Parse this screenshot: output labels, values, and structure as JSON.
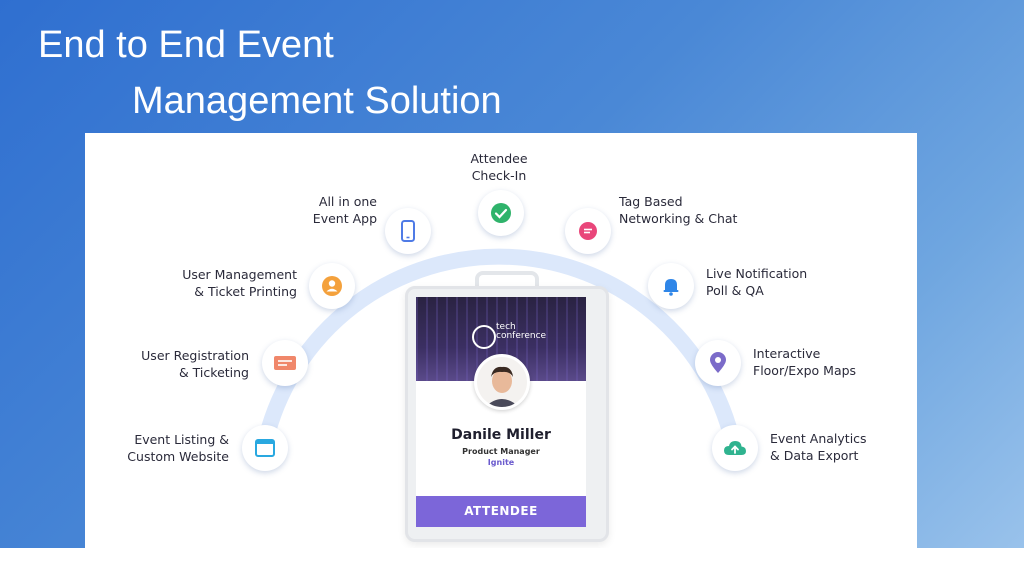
{
  "title": {
    "line1": "End to End Event",
    "line2": "Management Solution"
  },
  "features": {
    "check_in": {
      "line1": "Attendee",
      "line2": "Check-In",
      "icon": "check-circle-icon",
      "color": "#2fb36b"
    },
    "event_app": {
      "line1": "All in one",
      "line2": "Event App",
      "icon": "mobile-phone-icon",
      "color": "#4f7be6"
    },
    "networking": {
      "line1": "Tag Based",
      "line2": "Networking & Chat",
      "icon": "chat-bubble-icon",
      "color": "#e9467a"
    },
    "user_mgmt": {
      "line1": "User Management",
      "line2": "& Ticket Printing",
      "icon": "user-icon",
      "color": "#f4a13c"
    },
    "notification": {
      "line1": "Live Notification",
      "line2": "Poll & QA",
      "icon": "bell-icon",
      "color": "#2f86e8"
    },
    "registration": {
      "line1": "User Registration",
      "line2": "& Ticketing",
      "icon": "ticket-icon",
      "color": "#f0876a"
    },
    "maps": {
      "line1": "Interactive",
      "line2": "Floor/Expo Maps",
      "icon": "map-pin-icon",
      "color": "#7b6bc9"
    },
    "listing": {
      "line1": "Event Listing &",
      "line2": "Custom Website",
      "icon": "browser-window-icon",
      "color": "#29a8e0"
    },
    "analytics": {
      "line1": "Event Analytics",
      "line2": "& Data Export",
      "icon": "cloud-upload-icon",
      "color": "#2fb38f"
    }
  },
  "badge": {
    "logo_line1": "tech",
    "logo_line2": "conference",
    "name": "Danile Miller",
    "role": "Product Manager",
    "company": "Ignite",
    "type": "ATTENDEE"
  }
}
